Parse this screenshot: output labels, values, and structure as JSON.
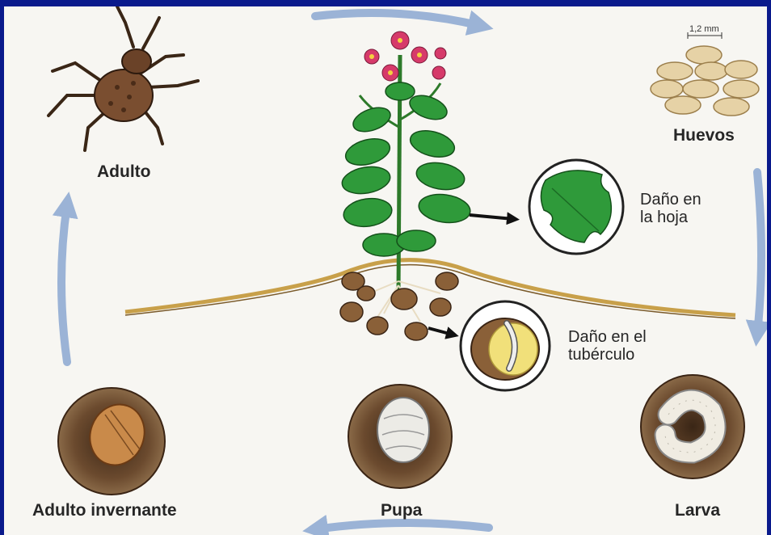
{
  "labels": {
    "adult": "Adulto",
    "eggs": "Huevos",
    "larva": "Larva",
    "pupa": "Pupa",
    "overwintering_adult": "Adulto invernante"
  },
  "damage": {
    "leaf_line1": "Daño en",
    "leaf_line2": "la hoja",
    "tuber_line1": "Daño en el",
    "tuber_line2": "tubérculo"
  },
  "egg_scale": "1,2 mm",
  "colors": {
    "frame": "#0a1a8c",
    "cycle_arrow": "#9bb3d6",
    "soil_line": "#c8a04a",
    "leaf_green": "#2f9a3a",
    "flower_pink": "#d63a6a",
    "soil_brown": "#6b4a2e"
  }
}
